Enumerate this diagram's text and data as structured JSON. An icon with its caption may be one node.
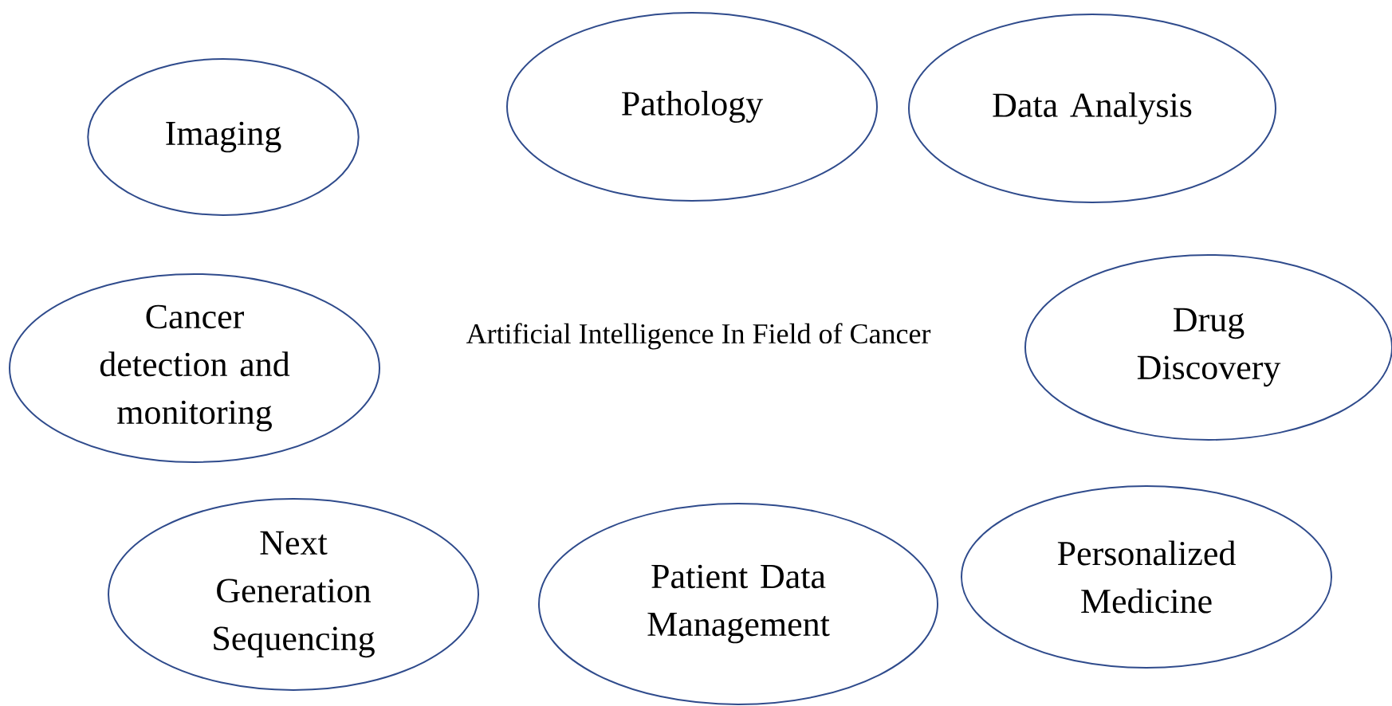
{
  "diagram": {
    "nodes": [
      {
        "text": [
          "Imaging"
        ]
      },
      {
        "text": [
          "Pathology"
        ]
      },
      {
        "text": [
          "Data Analysis"
        ]
      },
      {
        "text": [
          "Cancer detection and monitoring"
        ]
      },
      {
        "text": [
          "Drug Discovery"
        ]
      },
      {
        "text": [
          "Next Generation Sequencing"
        ]
      },
      {
        "text": [
          "Patient Data Management"
        ]
      },
      {
        "text": [
          "Personalized Medicine"
        ]
      }
    ],
    "edges": [],
    "labels": [
      "Artificial Intelligence In Field of Cancer"
    ]
  }
}
